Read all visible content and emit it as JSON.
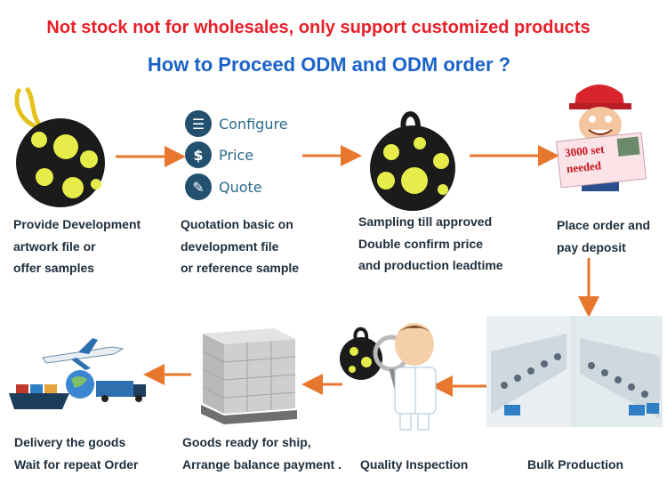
{
  "notice": "Not stock not for wholesales, only support customized products",
  "heading": "How to Proceed ODM and ODM order ?",
  "quote_card": {
    "items": [
      {
        "label": "Configure",
        "icon": "sliders-icon"
      },
      {
        "label": "Price",
        "icon": "dollar-icon"
      },
      {
        "label": "Quote",
        "icon": "edit-icon"
      }
    ]
  },
  "sign_text": "3000 set needed",
  "steps": [
    {
      "lines": [
        "Provide Development",
        "artwork file or",
        "offer samples"
      ]
    },
    {
      "lines": [
        "Quotation basic on",
        "development file",
        "or reference sample"
      ]
    },
    {
      "lines": [
        "Sampling till approved",
        "Double confirm price",
        "and production leadtime"
      ]
    },
    {
      "lines": [
        "Place order and",
        "pay deposit"
      ]
    },
    {
      "lines": [
        "Bulk Production"
      ]
    },
    {
      "lines": [
        "Quality Inspection"
      ]
    },
    {
      "lines": [
        "Goods ready for ship,",
        "Arrange balance payment ."
      ]
    },
    {
      "lines": [
        "Delivery the goods",
        "Wait for repeat Order"
      ]
    }
  ],
  "colors": {
    "notice": "#e8202a",
    "heading": "#1a63c8",
    "arrow": "#e8772e",
    "ball": "#1b1b1b",
    "ball_spots": "#e6ec4a",
    "text": "#1e2d3c"
  }
}
